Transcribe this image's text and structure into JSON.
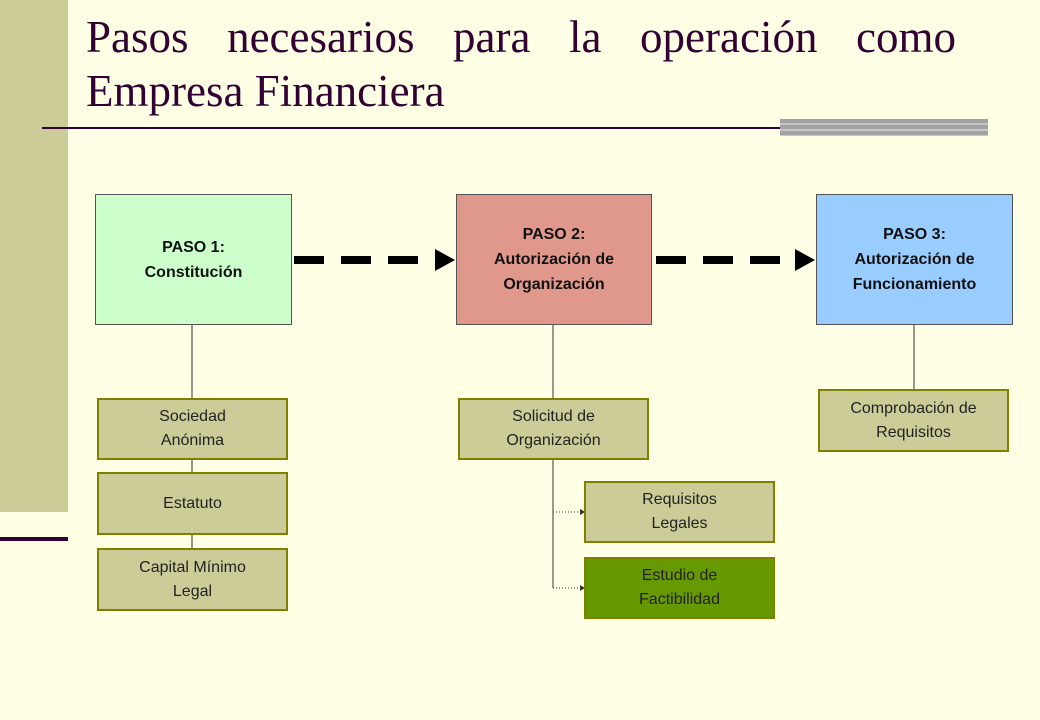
{
  "slide": {
    "title": "Pasos necesarios para la operación como Empresa Financiera"
  },
  "colors": {
    "background": "#FFFFE5",
    "accent": "#330033",
    "sidebar": "#CCCC99",
    "step_1": "#CCFFCC",
    "step_2": "#E0988C",
    "step_3": "#99CCFF",
    "substep": "#CCCC99",
    "substep_border": "#808000",
    "highlight": "#669900"
  },
  "steps": [
    {
      "label": "PASO 1:\nConstitución",
      "substeps": [
        "Sociedad\nAnónima",
        "Estatuto",
        "Capital Mínimo\nLegal"
      ]
    },
    {
      "label": "PASO 2:\nAutorización de\nOrganización",
      "substeps": [
        "Solicitud de\nOrganización"
      ],
      "subsubsteps": [
        "Requisitos\nLegales",
        "Estudio de\nFactibilidad"
      ]
    },
    {
      "label": "PASO 3:\nAutorización de\nFuncionamiento",
      "substeps": [
        "Comprobación de\nRequisitos"
      ]
    }
  ]
}
